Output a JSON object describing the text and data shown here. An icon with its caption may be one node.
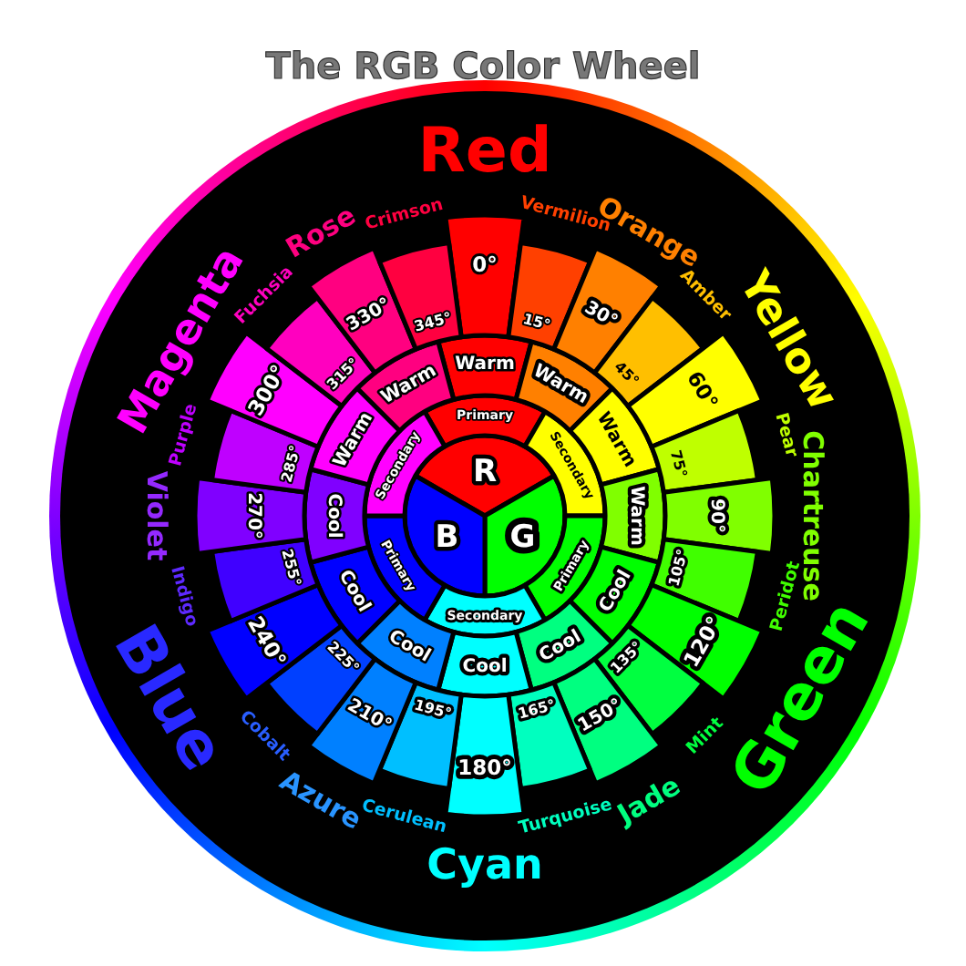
{
  "diagram": {
    "title": "The RGB Color Wheel",
    "nodes": [
      {
        "text": [
          "R"
        ]
      },
      {
        "text": [
          "G"
        ]
      },
      {
        "text": [
          "B"
        ]
      },
      {
        "text": [
          "Primary"
        ]
      },
      {
        "text": [
          "Secondary"
        ]
      },
      {
        "text": [
          "Primary"
        ]
      },
      {
        "text": [
          "Secondary"
        ]
      },
      {
        "text": [
          "Primary"
        ]
      },
      {
        "text": [
          "Secondary"
        ]
      },
      {
        "text": [
          "Warm"
        ]
      },
      {
        "text": [
          "Warm"
        ]
      },
      {
        "text": [
          "Warm"
        ]
      },
      {
        "text": [
          "Warm"
        ]
      },
      {
        "text": [
          "Cool"
        ]
      },
      {
        "text": [
          "Cool"
        ]
      },
      {
        "text": [
          "Cool"
        ]
      },
      {
        "text": [
          "Cool"
        ]
      },
      {
        "text": [
          "Cool"
        ]
      },
      {
        "text": [
          "Cool"
        ]
      },
      {
        "text": [
          "Warm"
        ]
      },
      {
        "text": [
          "Warm"
        ]
      },
      {
        "text": [
          "0°"
        ]
      },
      {
        "text": [
          "15°"
        ]
      },
      {
        "text": [
          "30°"
        ]
      },
      {
        "text": [
          "45°"
        ]
      },
      {
        "text": [
          "60°"
        ]
      },
      {
        "text": [
          "75°"
        ]
      },
      {
        "text": [
          "90°"
        ]
      },
      {
        "text": [
          "105°"
        ]
      },
      {
        "text": [
          "120°"
        ]
      },
      {
        "text": [
          "135°"
        ]
      },
      {
        "text": [
          "150°"
        ]
      },
      {
        "text": [
          "165°"
        ]
      },
      {
        "text": [
          "180°"
        ]
      },
      {
        "text": [
          "195°"
        ]
      },
      {
        "text": [
          "210°"
        ]
      },
      {
        "text": [
          "225°"
        ]
      },
      {
        "text": [
          "240°"
        ]
      },
      {
        "text": [
          "255°"
        ]
      },
      {
        "text": [
          "270°"
        ]
      },
      {
        "text": [
          "285°"
        ]
      },
      {
        "text": [
          "300°"
        ]
      },
      {
        "text": [
          "315°"
        ]
      },
      {
        "text": [
          "330°"
        ]
      },
      {
        "text": [
          "345°"
        ]
      }
    ],
    "labels": [
      "Red",
      "Vermilion",
      "Orange",
      "Amber",
      "Yellow",
      "Pear",
      "Chartreuse",
      "Peridot",
      "Green",
      "Mint",
      "Jade",
      "Turquoise",
      "Cyan",
      "Cerulean",
      "Azure",
      "Cobalt",
      "Blue",
      "Indigo",
      "Violet",
      "Purple",
      "Magenta",
      "Fuchsia",
      "Rose",
      "Crimson"
    ]
  }
}
